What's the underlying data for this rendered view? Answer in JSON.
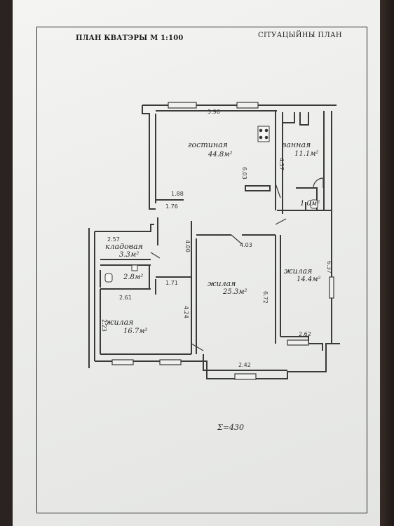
{
  "header": {
    "plan_title": "ПЛАН КВАТЭРЫ М 1:100",
    "situation_title": "СІТУАЦЫЙНЫ ПЛАН"
  },
  "rooms": {
    "living_big": {
      "name": "гостиная",
      "area": "44.8м²"
    },
    "bathroom": {
      "name": "ванная",
      "area": "11.1м²"
    },
    "wc": {
      "area": "1.0м²"
    },
    "storage": {
      "name": "кладовая",
      "area": "3.3м²"
    },
    "small_wc": {
      "area": "2.8м²"
    },
    "bedroom_mid": {
      "name": "жилая",
      "area": "25.3м²"
    },
    "bedroom_right": {
      "name": "жилая",
      "area": "14.4м²"
    },
    "bedroom_left": {
      "name": "жилая",
      "area": "16.7м²"
    }
  },
  "dimensions": {
    "d596": "5.96",
    "d603": "6.03",
    "d457": "4.57",
    "d188": "1.88",
    "d176": "1.76",
    "d257": "2.57",
    "d400": "4.00",
    "d403": "4.03",
    "d171": "1.71",
    "d261": "2.61",
    "d672": "6.72",
    "d424": "4.24",
    "d223": "2.23",
    "d637": "6.37",
    "d262": "2.62",
    "d242": "2.42"
  },
  "total_area": "Σ=430"
}
